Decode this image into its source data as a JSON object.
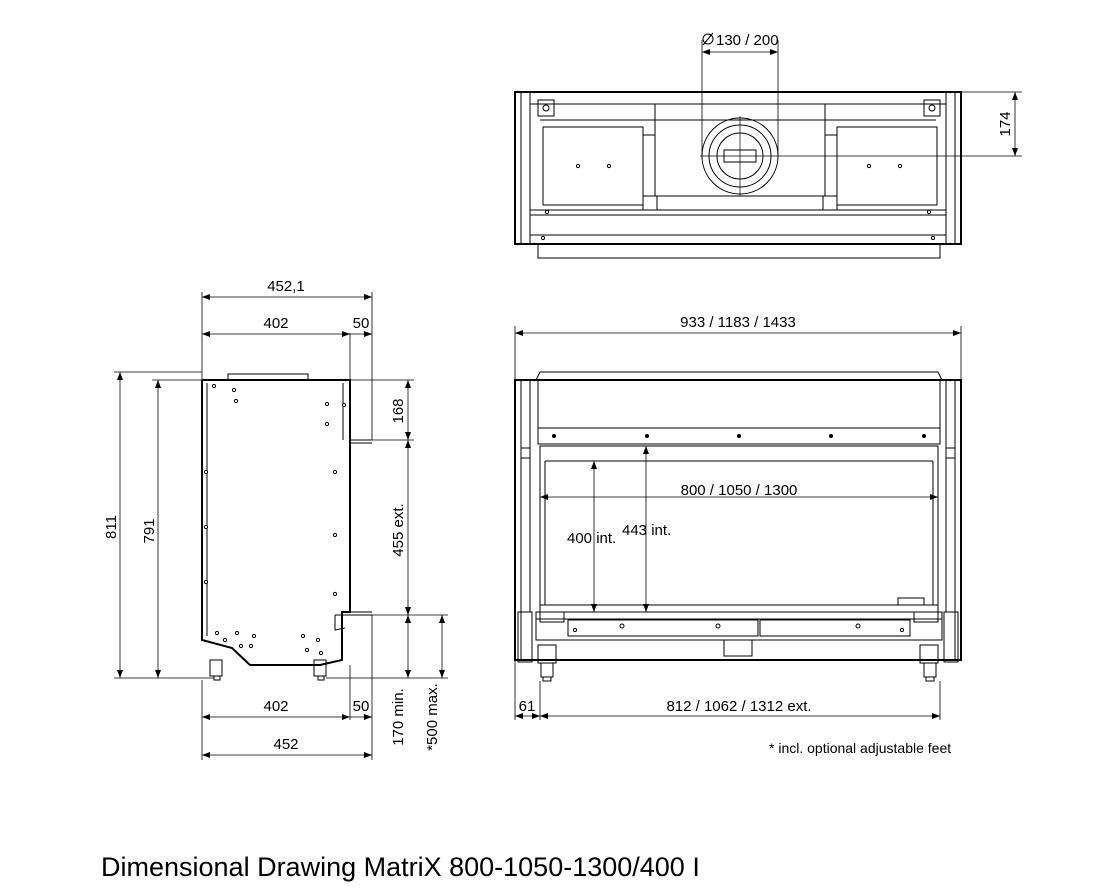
{
  "title": "Dimensional Drawing MatriX 800-1050-1300/400 I",
  "footnote": "* incl. optional adjustable feet",
  "top_view": {
    "flue_diameter": "130 / 200",
    "depth_to_flue": "174"
  },
  "side_view": {
    "total_depth_top": "452,1",
    "depth_402_top": "402",
    "depth_50_top": "50",
    "height_811": "811",
    "height_791": "791",
    "height_168": "168",
    "height_455": "455 ext.",
    "feet_170": "170 min.",
    "feet_500": "*500 max.",
    "depth_402_bottom": "402",
    "depth_50_bottom": "50",
    "total_depth_bottom": "452"
  },
  "front_view": {
    "overall_width": "933 / 1183 / 1433",
    "glass_width": "800 / 1050 / 1300",
    "height_400": "400 int.",
    "height_443": "443 int.",
    "offset_61": "61",
    "ext_width": "812 / 1062 / 1312 ext."
  }
}
